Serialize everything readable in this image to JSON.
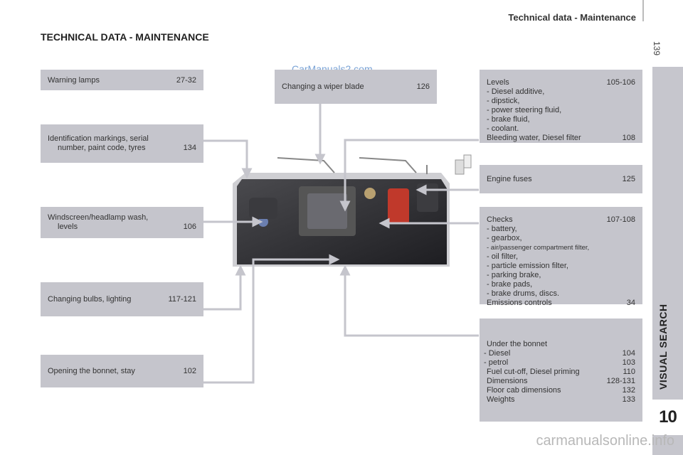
{
  "header": {
    "title": "Technical data - Maintenance",
    "page_number": "139"
  },
  "page_title": "TECHNICAL DATA - MAINTENANCE",
  "watermark": "CarManuals2.com",
  "sidebar": {
    "label": "VISUAL SEARCH",
    "chapter": "10"
  },
  "footer_watermark": "carmanualsonline.info",
  "left_boxes": [
    {
      "text": "Warning lamps",
      "page": "27-32"
    },
    {
      "line1": "Identification markings, serial",
      "line2": "number, paint code, tyres",
      "page": "134"
    },
    {
      "line1": "Windscreen/headlamp wash,",
      "line2": "levels",
      "page": "106"
    },
    {
      "text": "Changing bulbs, lighting",
      "page": "117-121"
    },
    {
      "text": "Opening the bonnet, stay",
      "page": "102"
    }
  ],
  "center_box": {
    "text": "Changing a wiper blade",
    "page": "126"
  },
  "levels_box": {
    "title": "Levels",
    "page": "105-106",
    "items": [
      "- Diesel additive,",
      "- dipstick,",
      "- power steering fluid,",
      "- brake fluid,",
      "- coolant."
    ],
    "extra": "Bleeding water, Diesel filter",
    "extra_page": "108"
  },
  "fuses_box": {
    "text": "Engine fuses",
    "page": "125"
  },
  "checks_box": {
    "title": "Checks",
    "page": "107-108",
    "items": [
      "- battery,",
      "- gearbox,",
      "- air/passenger compartment filter,",
      "- oil filter,",
      "- particle emission filter,",
      "- parking brake,",
      "- brake pads,",
      "- brake drums, discs."
    ],
    "extra": "Emissions controls",
    "extra_page": "34"
  },
  "bonnet_box": {
    "title": "Under the bonnet",
    "rows": [
      {
        "label": "- Diesel",
        "page": "104"
      },
      {
        "label": "- petrol",
        "page": "103"
      },
      {
        "label": "Fuel cut-off, Diesel priming",
        "page": "110"
      },
      {
        "label": "Dimensions",
        "page": "128-131"
      },
      {
        "label": "Floor cab dimensions",
        "page": "132"
      },
      {
        "label": "Weights",
        "page": "133"
      }
    ]
  }
}
